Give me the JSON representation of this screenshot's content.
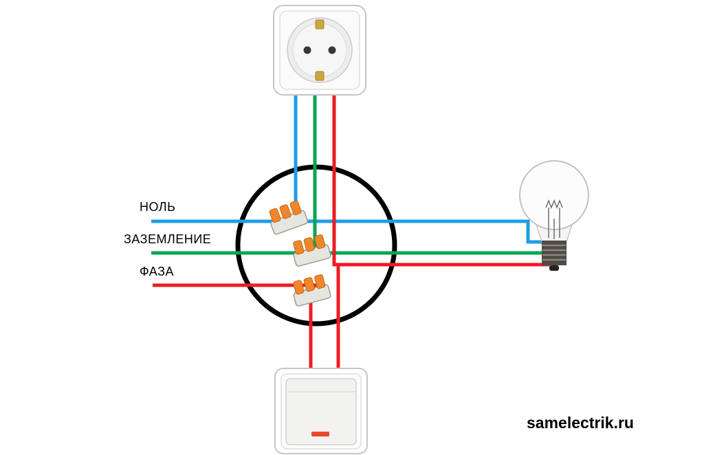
{
  "diagram": {
    "labels": {
      "neutral": "НОЛЬ",
      "ground": "ЗАЗЕМЛЕНИЕ",
      "phase": "ФАЗА"
    },
    "watermark": "samelectrik.ru",
    "colors": {
      "neutral_wire": "#1f9ce9",
      "ground_wire": "#00a651",
      "phase_wire": "#ec1c24",
      "junction_outline": "#000000",
      "connector_lever": "#f0862c",
      "connector_body": "#e6e6e1",
      "switch_indicator": "#e8492c"
    },
    "components": {
      "socket": "wall-socket",
      "junction": "junction-box-circle",
      "connectors": "wago-terminal-block x3",
      "lamp": "incandescent-bulb",
      "switch": "one-gang-rocker-switch"
    }
  }
}
